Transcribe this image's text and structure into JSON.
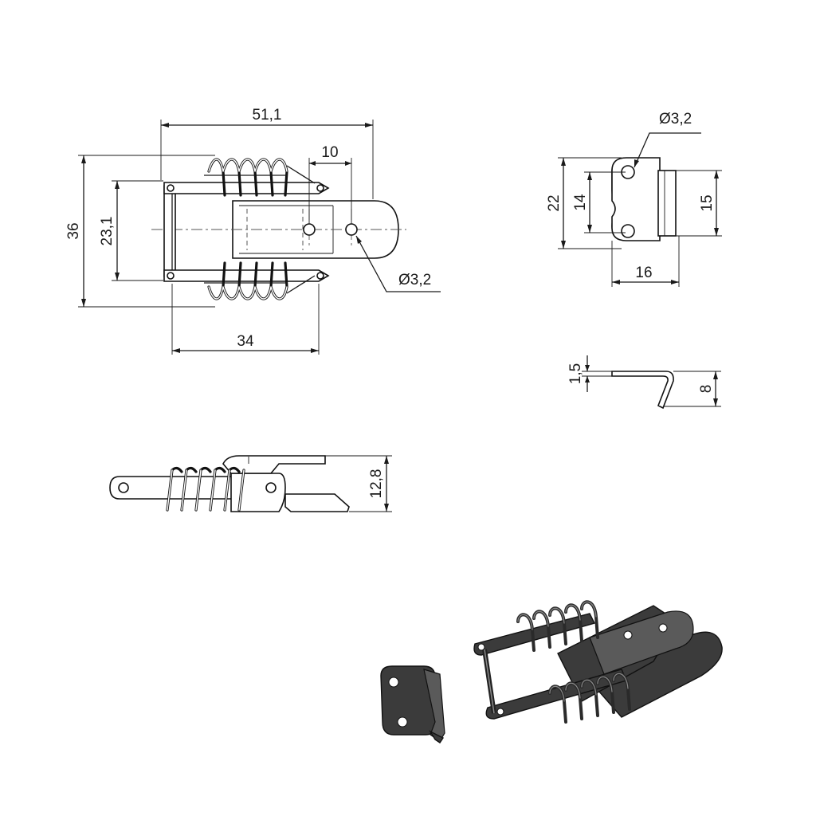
{
  "dimensions": {
    "top_view": {
      "overall_length": "51,1",
      "hole_offset": "10",
      "overall_height": "36",
      "inner_height": "23,1",
      "hole_diameter": "Ø3,2",
      "base_length": "34"
    },
    "keeper_view": {
      "hole_diameter": "Ø3,2",
      "height": "22",
      "hole_spacing": "14",
      "tab_height": "15",
      "width": "16"
    },
    "keeper_side_view": {
      "thickness": "1,5",
      "hook_height": "8"
    },
    "side_view": {
      "height": "12,8"
    }
  },
  "colors": {
    "line": "#1a1a1a",
    "iso_fill": "#3b3b3b",
    "background": "#ffffff"
  }
}
